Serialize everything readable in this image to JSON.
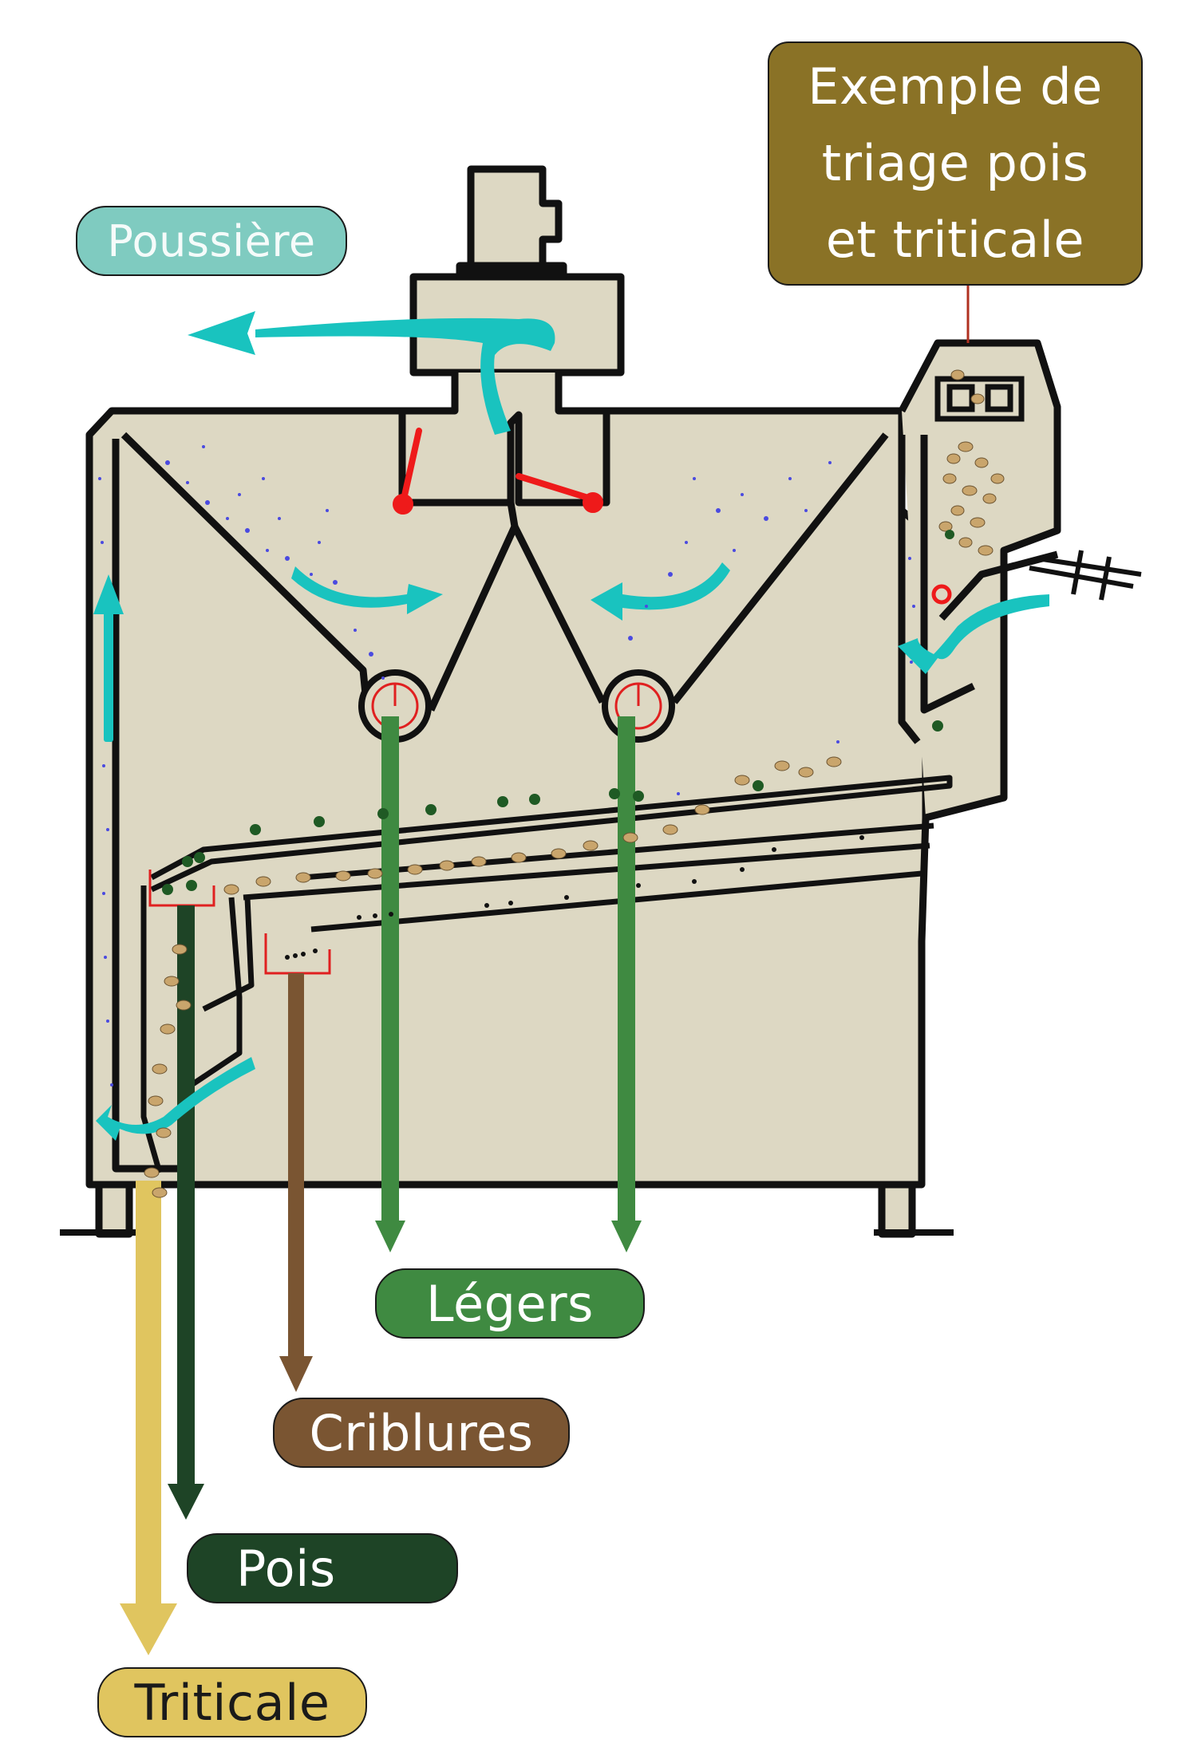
{
  "labels": {
    "poussiere": "Poussière",
    "legers": "Légers",
    "criblures": "Criblures",
    "pois": "Pois",
    "triticale": "Triticale",
    "exemple": [
      "Exemple de",
      "triage pois",
      "et triticale"
    ]
  },
  "colors": {
    "machine_fill": "#ddd8c3",
    "outline": "#111111",
    "air": "#19c3bf",
    "poussiere": "#7fcbc0",
    "legers": "#3f8a41",
    "criblures": "#7a5532",
    "pois": "#1e4426",
    "triticale": "#e0c55f",
    "exemple": "#8a7226",
    "valve": "#ee1a1a",
    "dust": "#4a4ae0",
    "grain": "#c9a56c"
  },
  "icons": {
    "air_flow": "curved-arrow",
    "valve": "red-flap",
    "airlock": "rotary-valve-circle"
  }
}
